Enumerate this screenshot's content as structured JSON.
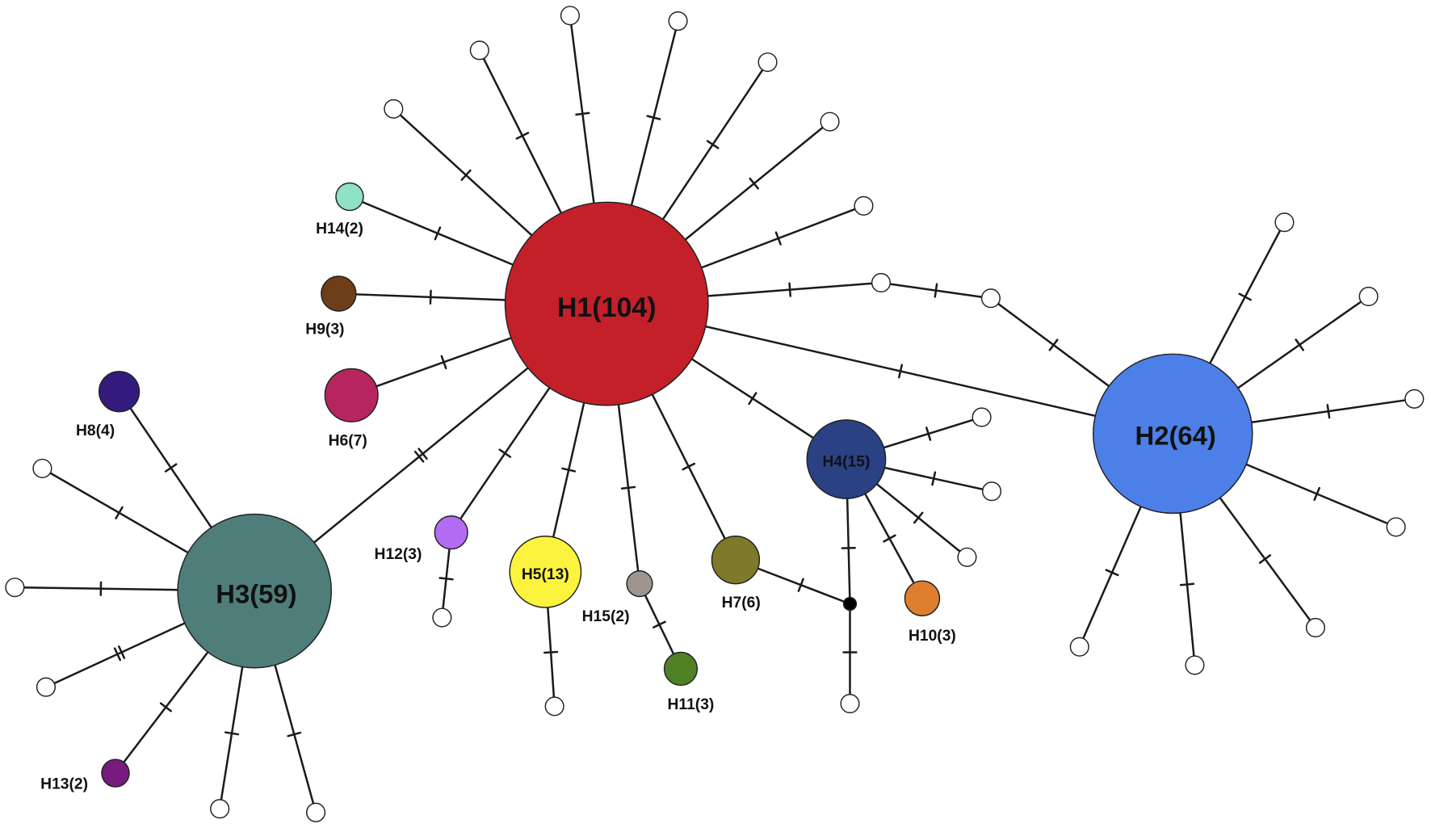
{
  "haplotypes": [
    {
      "id": "H1",
      "label": "H1(104)",
      "count": 104,
      "color": "#c3202a"
    },
    {
      "id": "H2",
      "label": "H2(64)",
      "count": 64,
      "color": "#4d7fe8"
    },
    {
      "id": "H3",
      "label": "H3(59)",
      "count": 59,
      "color": "#4f7d7a"
    },
    {
      "id": "H4",
      "label": "H4(15)",
      "count": 15,
      "color": "#2a4184"
    },
    {
      "id": "H5",
      "label": "H5(13)",
      "count": 13,
      "color": "#fbf33e"
    },
    {
      "id": "H6",
      "label": "H6(7)",
      "count": 7,
      "color": "#b6255f"
    },
    {
      "id": "H7",
      "label": "H7(6)",
      "count": 6,
      "color": "#7d7a2c"
    },
    {
      "id": "H8",
      "label": "H8(4)",
      "count": 4,
      "color": "#321b7c"
    },
    {
      "id": "H9",
      "label": "H9(3)",
      "count": 3,
      "color": "#6e3e19"
    },
    {
      "id": "H10",
      "label": "H10(3)",
      "count": 3,
      "color": "#e07e30"
    },
    {
      "id": "H11",
      "label": "H11(3)",
      "count": 3,
      "color": "#4f8124"
    },
    {
      "id": "H12",
      "label": "H12(3)",
      "count": 3,
      "color": "#b46cf4"
    },
    {
      "id": "H13",
      "label": "H13(2)",
      "count": 2,
      "color": "#771b7e"
    },
    {
      "id": "H14",
      "label": "H14(2)",
      "count": 2,
      "color": "#8fe2c4"
    },
    {
      "id": "H15",
      "label": "H15(2)",
      "count": 2,
      "color": "#9e9590"
    }
  ],
  "colors": {
    "edge": "#1a1a1a",
    "median_vertex": "#ffffff",
    "junction_vertex": "#000000",
    "background": "#ffffff"
  }
}
